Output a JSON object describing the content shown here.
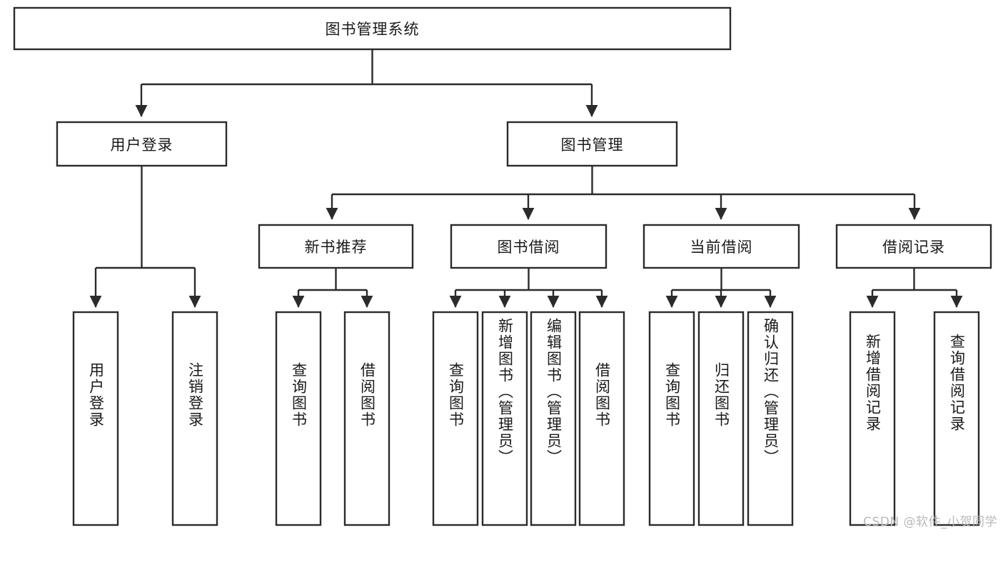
{
  "diagram": {
    "title": "图书管理系统",
    "watermark": "CSDN @软件_小贺同学",
    "colors": {
      "stroke": "#2b2b2b",
      "box_fill": "#ffffff",
      "text": "#1a1a1a",
      "watermark": "#b9b9b9",
      "background": "#ffffff"
    },
    "root": {
      "label": "图书管理系统"
    },
    "level2": [
      {
        "label": "用户登录"
      },
      {
        "label": "图书管理"
      }
    ],
    "level3": [
      {
        "label": "新书推荐"
      },
      {
        "label": "图书借阅"
      },
      {
        "label": "当前借阅"
      },
      {
        "label": "借阅记录"
      }
    ],
    "leaves": {
      "user_login": [
        {
          "label": "用户登录"
        },
        {
          "label": "注销登录"
        }
      ],
      "new_book_recommend": [
        {
          "label": "查询图书"
        },
        {
          "label": "借阅图书"
        }
      ],
      "book_borrow": [
        {
          "label": "查询图书"
        },
        {
          "label": "新增图书（管理员）"
        },
        {
          "label": "编辑图书（管理员）"
        },
        {
          "label": "借阅图书"
        }
      ],
      "current_borrow": [
        {
          "label": "查询图书"
        },
        {
          "label": "归还图书"
        },
        {
          "label": "确认归还（管理员）"
        }
      ],
      "borrow_record": [
        {
          "label": "新增借阅记录"
        },
        {
          "label": "查询借阅记录"
        }
      ]
    }
  }
}
